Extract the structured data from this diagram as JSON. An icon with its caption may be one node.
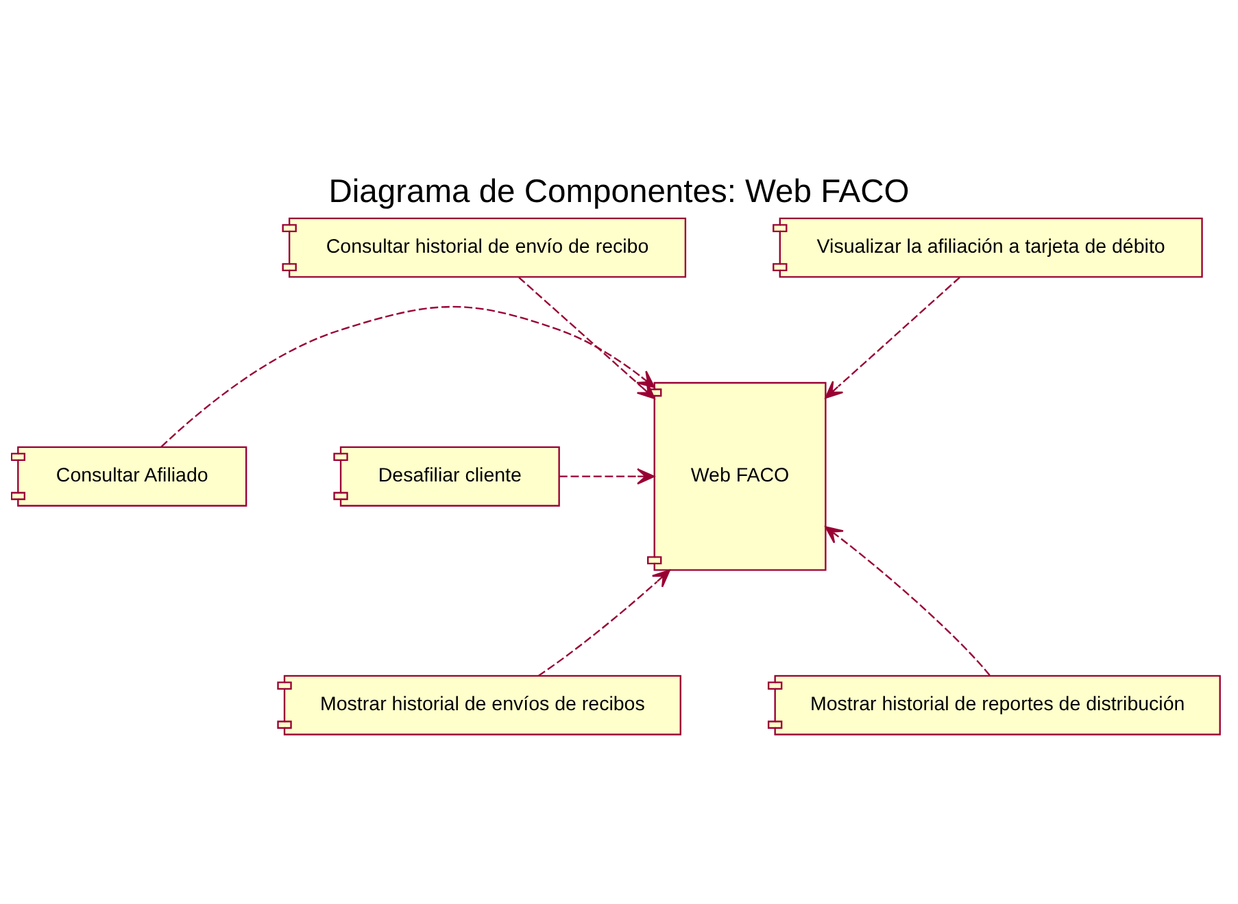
{
  "diagram": {
    "title": "Diagrama de Componentes: Web FACO",
    "nodes": [
      {
        "text": [
          "Consultar historial de envío de recibo"
        ]
      },
      {
        "text": [
          "Visualizar la afiliación a tarjeta de débito"
        ]
      },
      {
        "text": [
          "Web FACO"
        ]
      },
      {
        "text": [
          "Consultar Afiliado"
        ]
      },
      {
        "text": [
          "Desafiliar cliente"
        ]
      },
      {
        "text": [
          "Mostrar historial de envíos de recibos"
        ]
      },
      {
        "text": [
          "Mostrar historial de reportes de distribución"
        ]
      }
    ],
    "edges": [
      {
        "from": 0,
        "to": 2,
        "arrow": "to",
        "style": "dashed"
      },
      {
        "from": 1,
        "to": 2,
        "arrow": "to",
        "style": "dashed"
      },
      {
        "from": 3,
        "to": 2,
        "arrow": "to",
        "style": "dashed"
      },
      {
        "from": 4,
        "to": 2,
        "arrow": "to",
        "style": "dashed"
      },
      {
        "from": 5,
        "to": 2,
        "arrow": "to",
        "style": "dashed"
      },
      {
        "from": 6,
        "to": 2,
        "arrow": "to",
        "style": "dashed"
      }
    ]
  }
}
